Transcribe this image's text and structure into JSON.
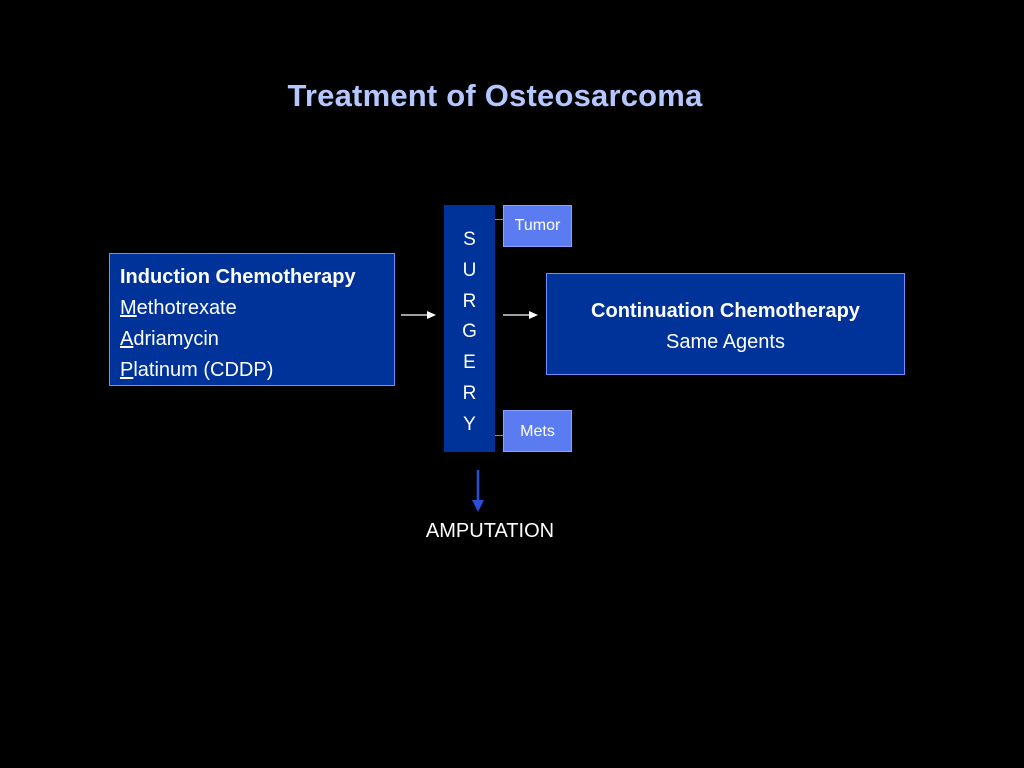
{
  "title": "Treatment of Osteosarcoma",
  "induction": {
    "heading": "Induction Chemotherapy",
    "drugs": [
      {
        "initial": "M",
        "rest": "ethotrexate"
      },
      {
        "initial": "A",
        "rest": "driamycin"
      },
      {
        "initial": "P",
        "rest": "latinum (CDDP)"
      }
    ]
  },
  "surgery": {
    "letters": [
      "S",
      "U",
      "R",
      "G",
      "E",
      "R",
      "Y"
    ]
  },
  "tumor_label": "Tumor",
  "mets_label": "Mets",
  "continuation": {
    "heading": "Continuation Chemotherapy",
    "subtitle": "Same Agents"
  },
  "amputation_label": "AMPUTATION",
  "colors": {
    "background": "#000000",
    "title": "#b4c7ff",
    "box_fill": "#003399",
    "small_box_fill": "#5b7cf0",
    "down_arrow": "#2a4fd6"
  }
}
